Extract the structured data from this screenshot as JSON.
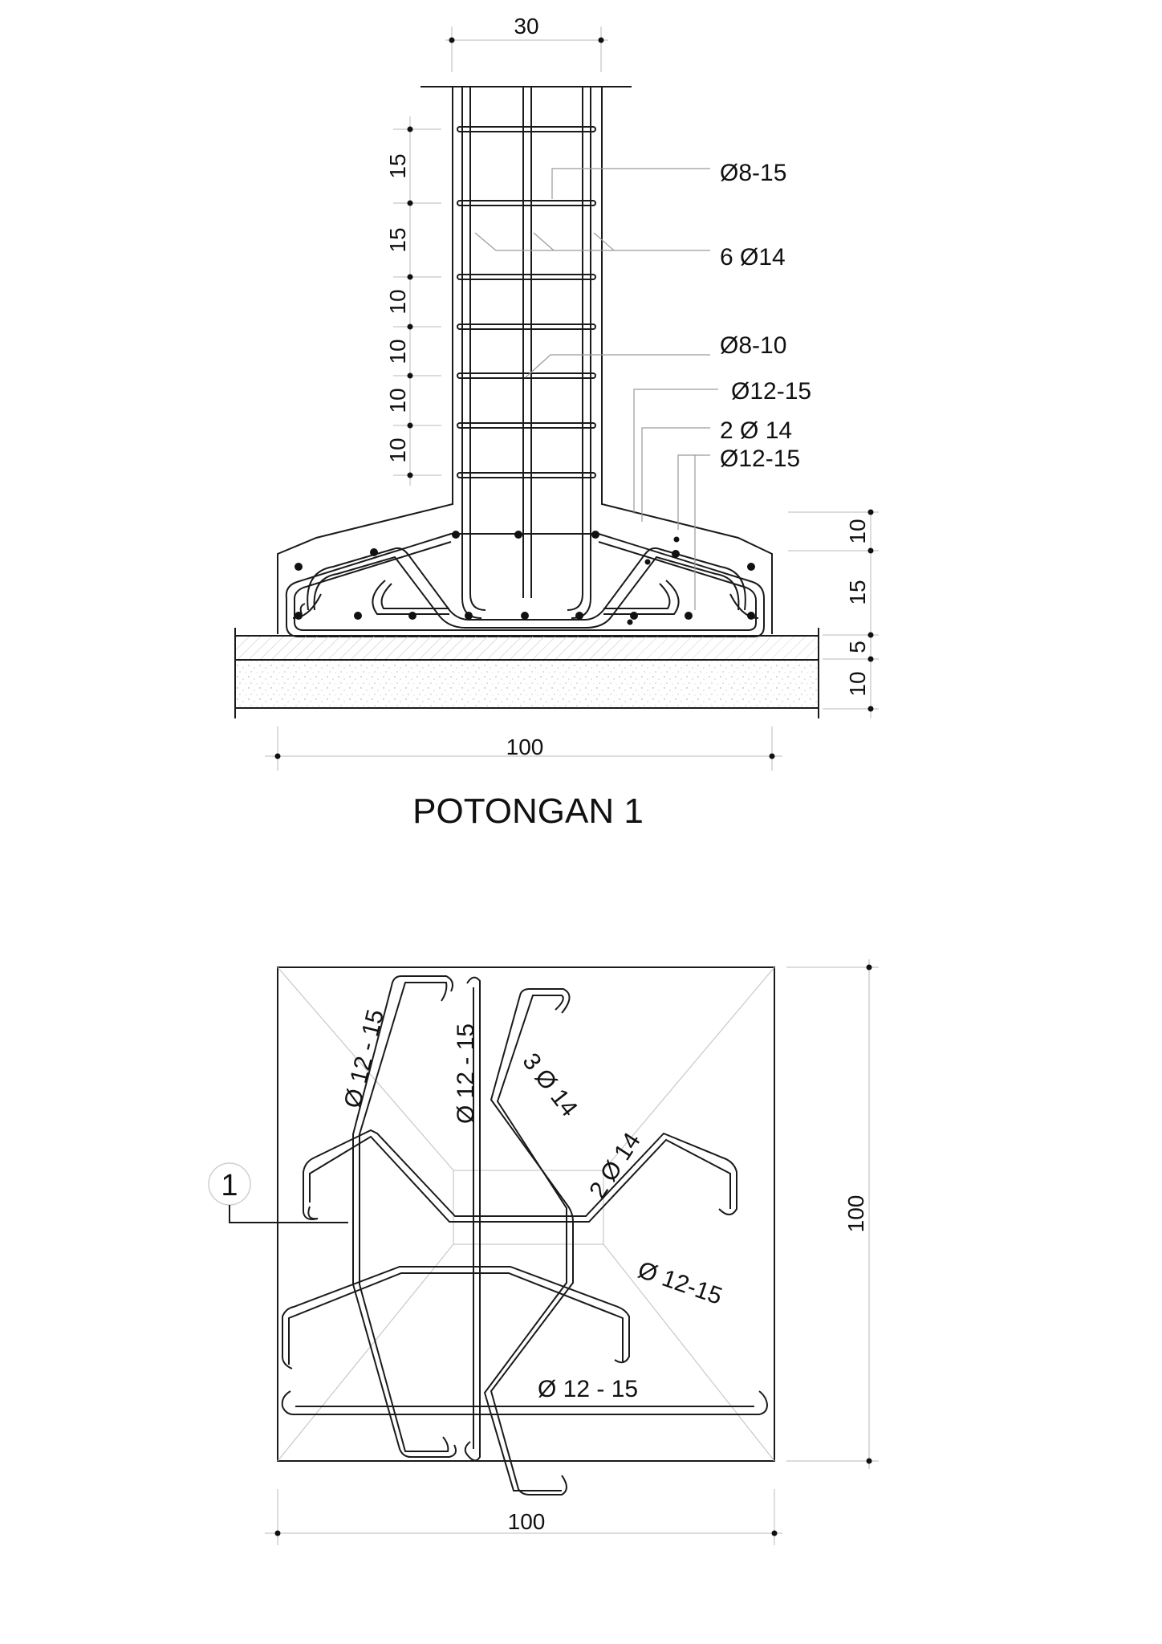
{
  "section": {
    "title": "POTONGAN 1",
    "column_width_dim": "30",
    "footing_width_dim": "100",
    "stirrup_spacing_dims": [
      "15",
      "15",
      "10",
      "10",
      "10",
      "10"
    ],
    "right_height_dims": [
      "10",
      "15",
      "5",
      "10"
    ],
    "labels": [
      "Ø8-15",
      "6 Ø14",
      "Ø8-10",
      "Ø12-15",
      "2 Ø 14",
      "Ø12-15"
    ]
  },
  "plan": {
    "marker": "1",
    "width_dim": "100",
    "height_dim": "100",
    "bar_labels": [
      "Ø 12 - 15",
      "Ø 12 - 15",
      "3 Ø 14",
      "2 Ø 14",
      "Ø 12-15",
      "Ø 12 - 15"
    ]
  },
  "colors": {
    "line": "#1a1a1a",
    "dim": "#d0d0d0",
    "leader": "#9a9a9a"
  }
}
